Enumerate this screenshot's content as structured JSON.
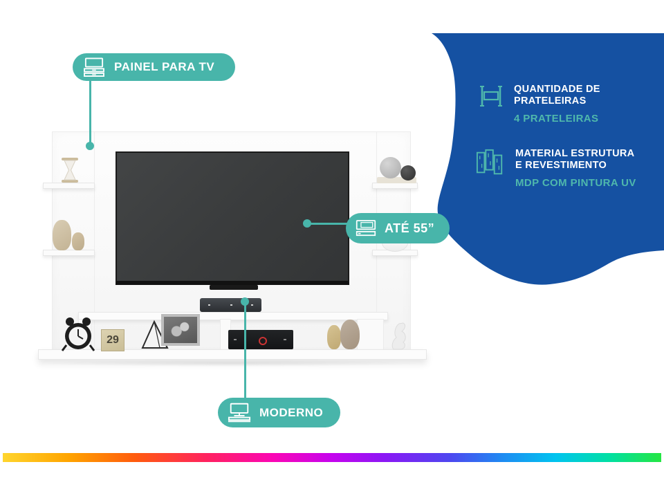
{
  "colors": {
    "teal": "#48b5aa",
    "blue": "#1551a2",
    "accent_text": "#4fb8ac"
  },
  "callouts": {
    "painel": {
      "label": "PAINEL PARA TV"
    },
    "ate55": {
      "label": "ATÉ 55”"
    },
    "moderno": {
      "label": "MODERNO"
    }
  },
  "specs": {
    "shelves": {
      "title1": "QUANTIDADE DE",
      "title2": "PRATELEIRAS",
      "value": "4 PRATELEIRAS"
    },
    "material": {
      "title1": "MATERIAL ESTRUTURA",
      "title2": "E REVESTIMENTO",
      "value": "MDP COM PINTURA UV"
    }
  },
  "scene": {
    "calendar_day": "29"
  }
}
